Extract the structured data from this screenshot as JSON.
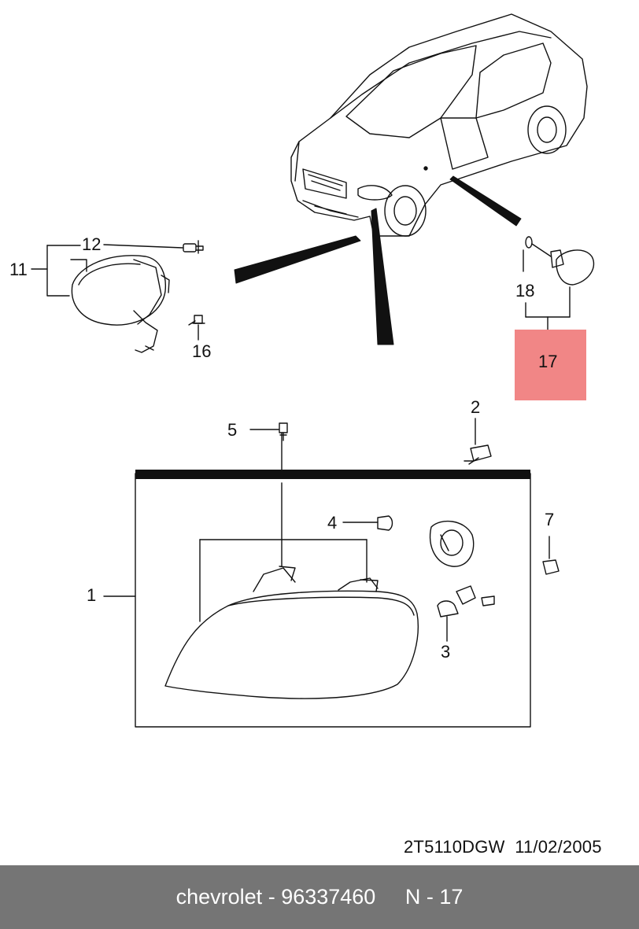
{
  "diagram": {
    "callouts": [
      {
        "id": "n11",
        "label": "11"
      },
      {
        "id": "n12",
        "label": "12"
      },
      {
        "id": "n16",
        "label": "16"
      },
      {
        "id": "n18",
        "label": "18"
      },
      {
        "id": "n17",
        "label": "17"
      },
      {
        "id": "n2",
        "label": "2"
      },
      {
        "id": "n5",
        "label": "5"
      },
      {
        "id": "n4",
        "label": "4"
      },
      {
        "id": "n7",
        "label": "7"
      },
      {
        "id": "n1",
        "label": "1"
      },
      {
        "id": "n3",
        "label": "3"
      }
    ],
    "highlighted_part": "17",
    "highlight_color": "#f08080"
  },
  "reference": {
    "code": "2T5110DGW",
    "date": "11/02/2005"
  },
  "footer": {
    "brand": "chevrolet",
    "separator": " - ",
    "part_number": "96337460",
    "position": "N - 17",
    "background": "#757575"
  }
}
